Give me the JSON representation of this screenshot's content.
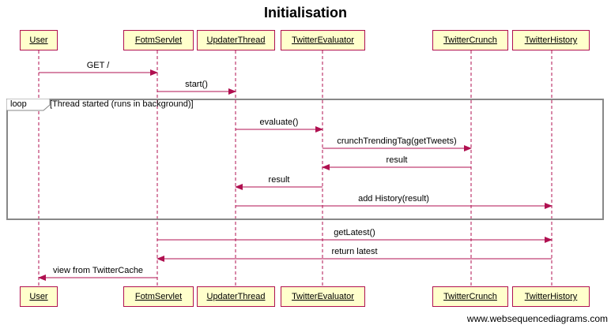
{
  "title": "Initialisation",
  "watermark": "www.websequencediagrams.com",
  "colors": {
    "participant_fill": "#ffffcc",
    "participant_border": "#b01050",
    "arrow": "#b01050",
    "lifeline": "#b01050",
    "loop_border": "#888888"
  },
  "participants": [
    {
      "id": "user",
      "label": "User"
    },
    {
      "id": "fotm",
      "label": "FotmServlet"
    },
    {
      "id": "updater",
      "label": "UpdaterThread"
    },
    {
      "id": "evaluator",
      "label": "TwitterEvaluator"
    },
    {
      "id": "crunch",
      "label": "TwitterCrunch"
    },
    {
      "id": "history",
      "label": "TwitterHistory"
    }
  ],
  "loop": {
    "tag": "loop",
    "condition": "[Thread started (runs in background)]"
  },
  "messages": [
    {
      "from": "user",
      "to": "fotm",
      "label": "GET /"
    },
    {
      "from": "fotm",
      "to": "updater",
      "label": "start()"
    },
    {
      "from": "updater",
      "to": "evaluator",
      "label": "evaluate()"
    },
    {
      "from": "evaluator",
      "to": "crunch",
      "label": "crunchTrendingTag(getTweets)"
    },
    {
      "from": "crunch",
      "to": "evaluator",
      "label": "result"
    },
    {
      "from": "evaluator",
      "to": "updater",
      "label": "result"
    },
    {
      "from": "updater",
      "to": "history",
      "label": "add History(result)"
    },
    {
      "from": "fotm",
      "to": "history",
      "label": "getLatest()"
    },
    {
      "from": "history",
      "to": "fotm",
      "label": "return latest"
    },
    {
      "from": "fotm",
      "to": "user",
      "label": "view from TwitterCache"
    }
  ]
}
